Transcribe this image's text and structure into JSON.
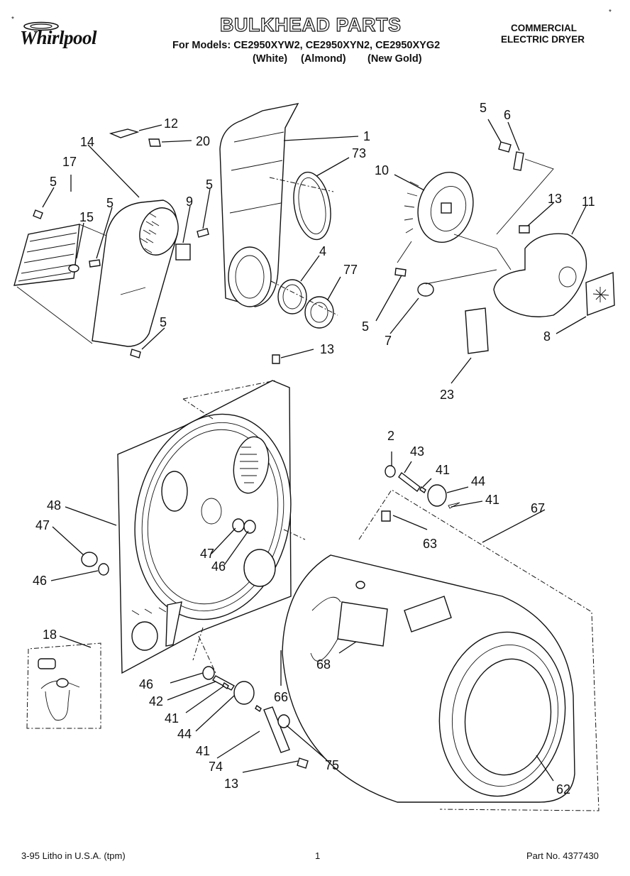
{
  "header": {
    "brand": "Whirlpool",
    "title": "BULKHEAD PARTS",
    "models_line": "For Models: CE2950XYW2, CE2950XYN2, CE2950XYG2",
    "variants": [
      "(White)",
      "(Almond)",
      "(New Gold)"
    ],
    "category_line1": "COMMERCIAL",
    "category_line2": "ELECTRIC DRYER",
    "corner_mark_left": "*",
    "corner_mark_right": "*"
  },
  "footer": {
    "print_info": "3-95 Litho in U.S.A. (tpm)",
    "page_number": "1",
    "part_number": "Part No. 4377430"
  },
  "callouts": [
    {
      "id": "c12a",
      "text": "12"
    },
    {
      "id": "c20",
      "text": "20"
    },
    {
      "id": "c14",
      "text": "14"
    },
    {
      "id": "c17",
      "text": "17"
    },
    {
      "id": "c5a",
      "text": "5"
    },
    {
      "id": "c15",
      "text": "15"
    },
    {
      "id": "c5b",
      "text": "5"
    },
    {
      "id": "c9",
      "text": "9"
    },
    {
      "id": "c5c",
      "text": "5"
    },
    {
      "id": "c5d",
      "text": "5"
    },
    {
      "id": "c1",
      "text": "1"
    },
    {
      "id": "c73",
      "text": "73"
    },
    {
      "id": "c4",
      "text": "4"
    },
    {
      "id": "c77",
      "text": "77"
    },
    {
      "id": "c5e",
      "text": "5"
    },
    {
      "id": "c6",
      "text": "6"
    },
    {
      "id": "c10",
      "text": "10"
    },
    {
      "id": "c13a",
      "text": "13"
    },
    {
      "id": "c11",
      "text": "11"
    },
    {
      "id": "c5f",
      "text": "5"
    },
    {
      "id": "c7",
      "text": "7"
    },
    {
      "id": "c8",
      "text": "8"
    },
    {
      "id": "c23",
      "text": "23"
    },
    {
      "id": "c13b",
      "text": "13"
    },
    {
      "id": "c2",
      "text": "2"
    },
    {
      "id": "c43",
      "text": "43"
    },
    {
      "id": "c41a",
      "text": "41"
    },
    {
      "id": "c44a",
      "text": "44"
    },
    {
      "id": "c41b",
      "text": "41"
    },
    {
      "id": "c67",
      "text": "67"
    },
    {
      "id": "c63",
      "text": "63"
    },
    {
      "id": "c48",
      "text": "48"
    },
    {
      "id": "c47a",
      "text": "47"
    },
    {
      "id": "c46a",
      "text": "46"
    },
    {
      "id": "c47b",
      "text": "47"
    },
    {
      "id": "c46b",
      "text": "46"
    },
    {
      "id": "c18",
      "text": "18"
    },
    {
      "id": "c68",
      "text": "68"
    },
    {
      "id": "c66",
      "text": "66"
    },
    {
      "id": "c46c",
      "text": "46"
    },
    {
      "id": "c42",
      "text": "42"
    },
    {
      "id": "c41c",
      "text": "41"
    },
    {
      "id": "c44b",
      "text": "44"
    },
    {
      "id": "c41d",
      "text": "41"
    },
    {
      "id": "c74",
      "text": "74"
    },
    {
      "id": "c75",
      "text": "75"
    },
    {
      "id": "c13c",
      "text": "13"
    },
    {
      "id": "c62",
      "text": "62"
    }
  ]
}
